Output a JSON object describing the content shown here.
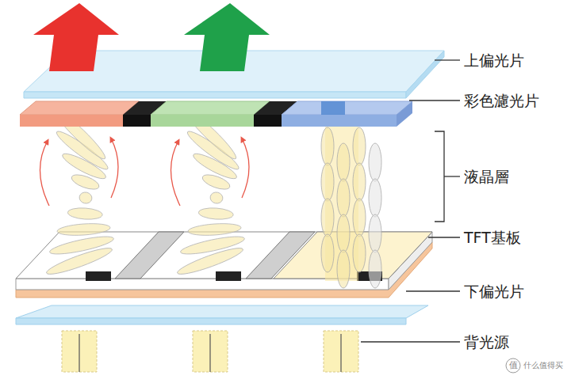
{
  "diagram": {
    "labels": [
      "上偏光片",
      "彩色濾光片",
      "液晶層",
      "TFT基板",
      "下偏光片",
      "背光源",
      "值",
      "什么值得买"
    ]
  }
}
